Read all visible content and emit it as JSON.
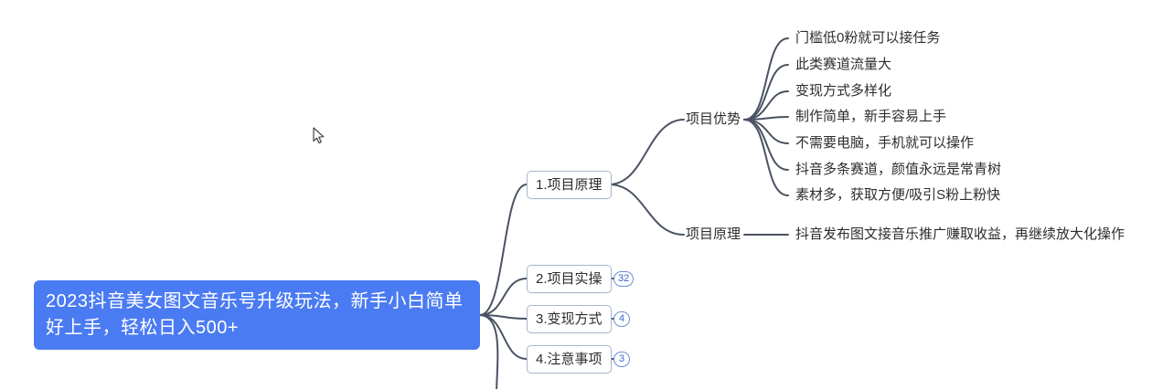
{
  "mindmap": {
    "root": {
      "line1": "2023抖音美女图文音乐号升级玩法，新手小白简单",
      "line2": "好上手，轻松日入500+"
    },
    "branches": {
      "b1": {
        "label": "1.项目原理"
      },
      "b2": {
        "label": "2.项目实操",
        "badge": "32"
      },
      "b3": {
        "label": "3.变现方式",
        "badge": "4"
      },
      "b4": {
        "label": "4.注意事项",
        "badge": "3"
      }
    },
    "subnodes": {
      "advantages_label": "项目优势",
      "principle_label": "项目原理"
    },
    "advantages": [
      "门槛低0粉就可以接任务",
      "此类赛道流量大",
      "变现方式多样化",
      "制作简单，新手容易上手",
      "不需要电脑，手机就可以操作",
      "抖音多条赛道，颜值永远是常青树",
      "素材多，获取方便/吸引S粉上粉快"
    ],
    "principle_leaf": "抖音发布图文接音乐推广赚取收益，再继续放大化操作"
  },
  "colors": {
    "root_bg": "#4b7bf2",
    "line": "#4a5363",
    "badge_border": "#6b8fd8",
    "badge_text": "#3a66c8"
  }
}
